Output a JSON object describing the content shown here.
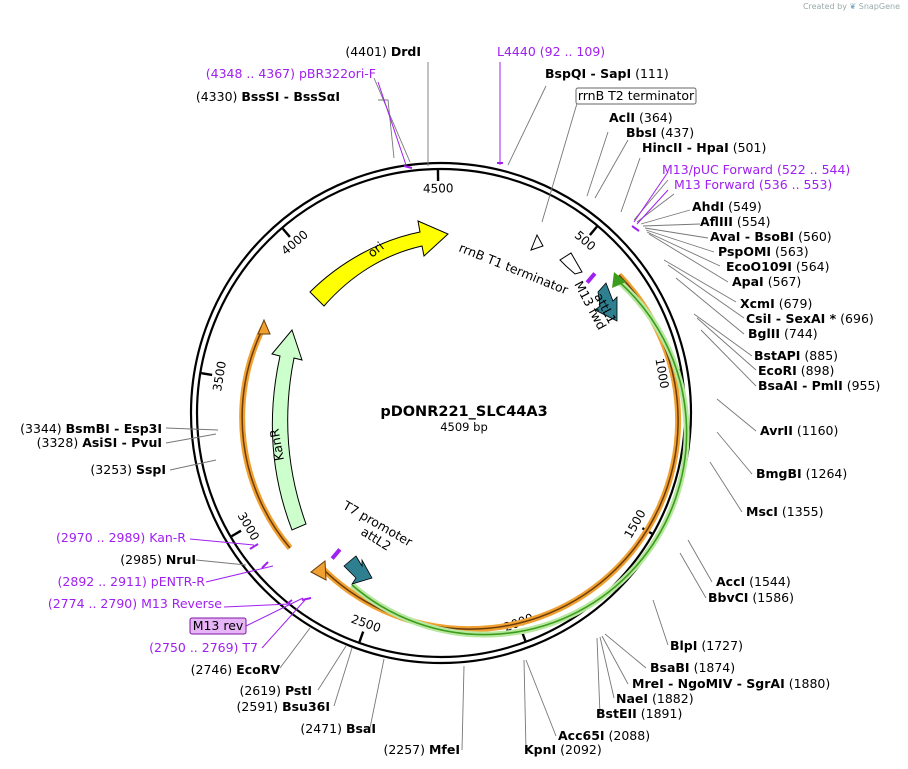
{
  "credit": {
    "created_by": "Created by",
    "brand": "SnapGene"
  },
  "map": {
    "name": "pDONR221_SLC44A3",
    "length_label": "4509 bp",
    "total_bp": 4509
  },
  "ticks": [
    "500",
    "1000",
    "1500",
    "2000",
    "2500",
    "3000",
    "3500",
    "4000",
    "4500"
  ],
  "features": [
    {
      "label": "ori",
      "color": "#ffff00"
    },
    {
      "label": "KanR",
      "color": "#ccffcc"
    },
    {
      "label": "rrnB T1 terminator",
      "color": "#ffffff"
    },
    {
      "label": "rrnB T2 terminator",
      "color": "#ffffff"
    },
    {
      "label": "attL1",
      "color": "#2e7f8f"
    },
    {
      "label": "M13 fwd",
      "color": "#a020f0"
    },
    {
      "label": "T7 promoter",
      "color": "#a020f0"
    },
    {
      "label": "attL2",
      "color": "#2e7f8f"
    }
  ],
  "orf_colors": {
    "orange": "#f0a030",
    "green": "#3c9c1c"
  },
  "site_labels": [
    {
      "name": "DrdI",
      "pos": "(4401)",
      "side": "left"
    },
    {
      "name": "BssSI  -  BssSαI",
      "pos": "(4330)",
      "side": "left"
    },
    {
      "name": "BspQI  -  SapI",
      "pos": "(111)",
      "side": "right"
    },
    {
      "name": "AclI",
      "pos": "(364)",
      "side": "right"
    },
    {
      "name": "BbsI",
      "pos": "(437)",
      "side": "right"
    },
    {
      "name": "HincII  -  HpaI",
      "pos": "(501)",
      "side": "right"
    },
    {
      "name": "AhdI",
      "pos": "(549)",
      "side": "right"
    },
    {
      "name": "AflIII",
      "pos": "(554)",
      "side": "right"
    },
    {
      "name": "AvaI  -  BsoBI",
      "pos": "(560)",
      "side": "right"
    },
    {
      "name": "PspOMI",
      "pos": "(563)",
      "side": "right"
    },
    {
      "name": "EcoO109I",
      "pos": "(564)",
      "side": "right"
    },
    {
      "name": "ApaI",
      "pos": "(567)",
      "side": "right"
    },
    {
      "name": "XcmI",
      "pos": "(679)",
      "side": "right"
    },
    {
      "name": "CsiI  -  SexAI *",
      "pos": "(696)",
      "side": "right"
    },
    {
      "name": "BglII",
      "pos": "(744)",
      "side": "right"
    },
    {
      "name": "BstAPI",
      "pos": "(885)",
      "side": "right"
    },
    {
      "name": "EcoRI",
      "pos": "(898)",
      "side": "right"
    },
    {
      "name": "BsaAI  -  PmlI",
      "pos": "(955)",
      "side": "right"
    },
    {
      "name": "AvrII",
      "pos": "(1160)",
      "side": "right"
    },
    {
      "name": "BmgBI",
      "pos": "(1264)",
      "side": "right"
    },
    {
      "name": "MscI",
      "pos": "(1355)",
      "side": "right"
    },
    {
      "name": "AccI",
      "pos": "(1544)",
      "side": "right"
    },
    {
      "name": "BbvCI",
      "pos": "(1586)",
      "side": "right"
    },
    {
      "name": "BlpI",
      "pos": "(1727)",
      "side": "right"
    },
    {
      "name": "BsaBI",
      "pos": "(1874)",
      "side": "right"
    },
    {
      "name": "MreI  -  NgoMIV  -  SgrAI",
      "pos": "(1880)",
      "side": "right"
    },
    {
      "name": "NaeI",
      "pos": "(1882)",
      "side": "right"
    },
    {
      "name": "BstEII",
      "pos": "(1891)",
      "side": "right"
    },
    {
      "name": "Acc65I",
      "pos": "(2088)",
      "side": "right"
    },
    {
      "name": "KpnI",
      "pos": "(2092)",
      "side": "right"
    },
    {
      "name": "MfeI",
      "pos": "(2257)",
      "side": "left"
    },
    {
      "name": "BsaI",
      "pos": "(2471)",
      "side": "left"
    },
    {
      "name": "Bsu36I",
      "pos": "(2591)",
      "side": "left"
    },
    {
      "name": "PstI",
      "pos": "(2619)",
      "side": "left"
    },
    {
      "name": "EcoRV",
      "pos": "(2746)",
      "side": "left"
    },
    {
      "name": "NruI",
      "pos": "(2985)",
      "side": "left"
    },
    {
      "name": "SspI",
      "pos": "(3253)",
      "side": "left"
    },
    {
      "name": "AsiSI  -  PvuI",
      "pos": "(3328)",
      "side": "left"
    },
    {
      "name": "BsmBI  -  Esp3I",
      "pos": "(3344)",
      "side": "left"
    }
  ],
  "primer_labels": [
    {
      "name": "L4440",
      "range": "(92 .. 109)",
      "side": "right"
    },
    {
      "name": "pBR322ori-F",
      "range": "(4348 .. 4367)",
      "side": "left"
    },
    {
      "name": "M13/pUC Forward",
      "range": "(522 .. 544)",
      "side": "right"
    },
    {
      "name": "M13 Forward",
      "range": "(536 .. 553)",
      "side": "right"
    },
    {
      "name": "Kan-R",
      "range": "(2970 .. 2989)",
      "side": "left"
    },
    {
      "name": "pENTR-R",
      "range": "(2892 .. 2911)",
      "side": "left"
    },
    {
      "name": "M13 Reverse",
      "range": "(2774 .. 2790)",
      "side": "left"
    },
    {
      "name": "T7",
      "range": "(2750 .. 2769)",
      "side": "left"
    }
  ],
  "boxed_labels": {
    "rrnb_t2": "rrnB T2 terminator",
    "m13_rev": "M13 rev"
  }
}
